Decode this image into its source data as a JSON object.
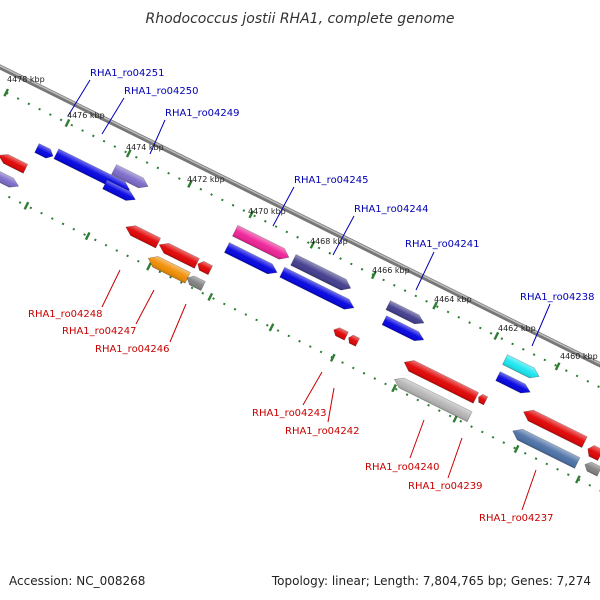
{
  "title": "Rhodococcus jostii RHA1, complete genome",
  "footer": {
    "accession": "Accession: NC_008268",
    "summary": "Topology: linear; Length: 7,804,765 bp; Genes: 7,274"
  },
  "colors": {
    "backbone": "#8c8c8c",
    "ticks": "#2e7d32",
    "label_forward": "#0000b4",
    "label_reverse": "#c80000"
  },
  "ticks": [
    {
      "label": "4478 kbp"
    },
    {
      "label": "4476 kbp"
    },
    {
      "label": "4474 kbp"
    },
    {
      "label": "4472 kbp"
    },
    {
      "label": "4470 kbp"
    },
    {
      "label": "4468 kbp"
    },
    {
      "label": "4466 kbp"
    },
    {
      "label": "4464 kbp"
    },
    {
      "label": "4462 kbp"
    },
    {
      "label": "4460 kbp"
    }
  ],
  "gene_labels": [
    {
      "text": "RHA1_ro04251",
      "strand": "forward"
    },
    {
      "text": "RHA1_ro04250",
      "strand": "forward"
    },
    {
      "text": "RHA1_ro04249",
      "strand": "forward"
    },
    {
      "text": "RHA1_ro04245",
      "strand": "forward"
    },
    {
      "text": "RHA1_ro04244",
      "strand": "forward"
    },
    {
      "text": "RHA1_ro04241",
      "strand": "forward"
    },
    {
      "text": "RHA1_ro04238",
      "strand": "forward"
    },
    {
      "text": "RHA1_ro04248",
      "strand": "reverse"
    },
    {
      "text": "RHA1_ro04247",
      "strand": "reverse"
    },
    {
      "text": "RHA1_ro04246",
      "strand": "reverse"
    },
    {
      "text": "RHA1_ro04243",
      "strand": "reverse"
    },
    {
      "text": "RHA1_ro04242",
      "strand": "reverse"
    },
    {
      "text": "RHA1_ro04240",
      "strand": "reverse"
    },
    {
      "text": "RHA1_ro04239",
      "strand": "reverse"
    },
    {
      "text": "RHA1_ro04237",
      "strand": "reverse"
    }
  ]
}
